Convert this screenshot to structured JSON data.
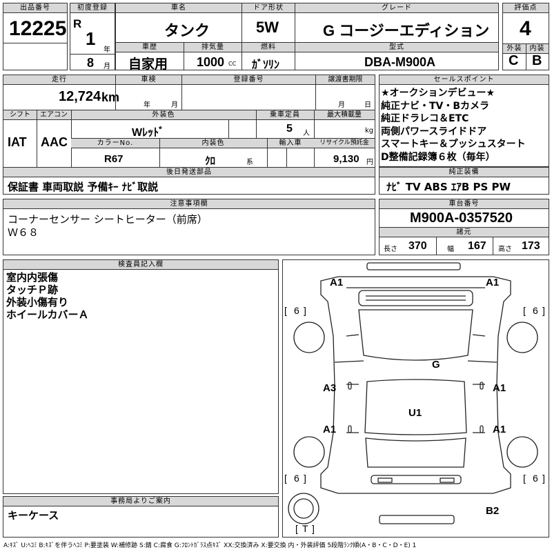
{
  "labels": {
    "lot_no": "出品番号",
    "first_reg": "初度登録",
    "car_name": "車名",
    "door": "ドア形状",
    "grade": "グレード",
    "score": "評価点",
    "history": "車歴",
    "displacement": "排気量",
    "fuel": "燃料",
    "model_code": "型式",
    "exterior": "外装",
    "interior": "内装",
    "mileage": "走行",
    "inspection": "車検",
    "reg_no": "登録番号",
    "transfer": "譲渡書期限",
    "shift": "シフト",
    "aircon": "エアコン",
    "ext_color": "外装色",
    "capacity": "乗車定員",
    "load": "最大積載量",
    "color_no": "カラーNo.",
    "int_color": "内装色",
    "import": "輸入車",
    "recycle": "リサイクル預託金",
    "later_parts": "後日発送部品",
    "notes": "注意事項欄",
    "sales_points": "セールスポイント",
    "genuine": "純正装備",
    "chassis": "車台番号",
    "specs": "諸元",
    "length": "長さ",
    "width": "幅",
    "height": "高さ",
    "inspector": "検査員記入欄",
    "office": "事務局よりご案内",
    "nen": "年",
    "tsuki": "月",
    "tsuki2": "月",
    "hi": "日",
    "cc": "CC",
    "km": "km",
    "nin": "人",
    "kg": "kg",
    "kei": "系",
    "yen": "円"
  },
  "values": {
    "lot_no": "12225",
    "era": "R",
    "year": "1",
    "month": "8",
    "car_name": "タンク",
    "door": "5W",
    "grade": "G コージーエディション",
    "score": "4",
    "history": "自家用",
    "displacement": "1000",
    "fuel": "ｶﾞｿﾘﾝ",
    "model_code": "DBA-M900A",
    "exterior": "C",
    "interior": "B",
    "mileage": "12,724",
    "ext_color": "Wﾚｯﾄﾞ",
    "capacity": "5",
    "shift": "IAT",
    "aircon": "AAC",
    "color_no": "R67",
    "int_color": "ｸﾛ",
    "recycle": "9,130",
    "later_parts": "保証書 車両取説 予備ｷｰ ﾅﾋﾞ取説",
    "genuine": "ﾅﾋﾞ TV ABS ｴｱB PS PW",
    "chassis": "M900A-0357520",
    "length": "370",
    "width": "167",
    "height": "173"
  },
  "sales_points": [
    "★オークションデビュー★",
    "純正ナビ・TV・Bカメラ",
    "純正ドラレコ＆ETC",
    "両側パワースライドドア",
    "スマートキー＆プッシュスタート",
    "D整備記録簿６枚（毎年）"
  ],
  "notes": [
    "コーナーセンサー シートヒーター（前席）",
    "Ｗ６８"
  ],
  "inspector_notes": [
    "室内内張傷",
    "タッチＰ跡",
    "外装小傷有り",
    "ホイールカバーＡ"
  ],
  "office_notes": [
    "キーケース"
  ],
  "diagram": {
    "front_left": "A1",
    "front_right": "A1",
    "tire_fl": "6",
    "tire_fr": "6",
    "tire_rl": "6",
    "tire_rr": "6",
    "glass": "G",
    "left_front_door": "A3",
    "right_front_door": "A1",
    "left_rear_door": "A1",
    "right_rear_door": "A1",
    "roof": "U1",
    "rear": "B2",
    "spare": "T"
  },
  "legend": "A:ｷｽﾞ U:ﾍｺﾐ B:ｷｽﾞを伴うﾍｺﾐ P:要塗装 W:補修跡 S:錆 C:腐食 G:ﾌﾛﾝﾄｶﾞﾗｽ点ｷｽﾞ XX:交換済み X:要交換 内・外装評価 5段階ﾗﾝｸ順(A・B・C・D・E) 1"
}
